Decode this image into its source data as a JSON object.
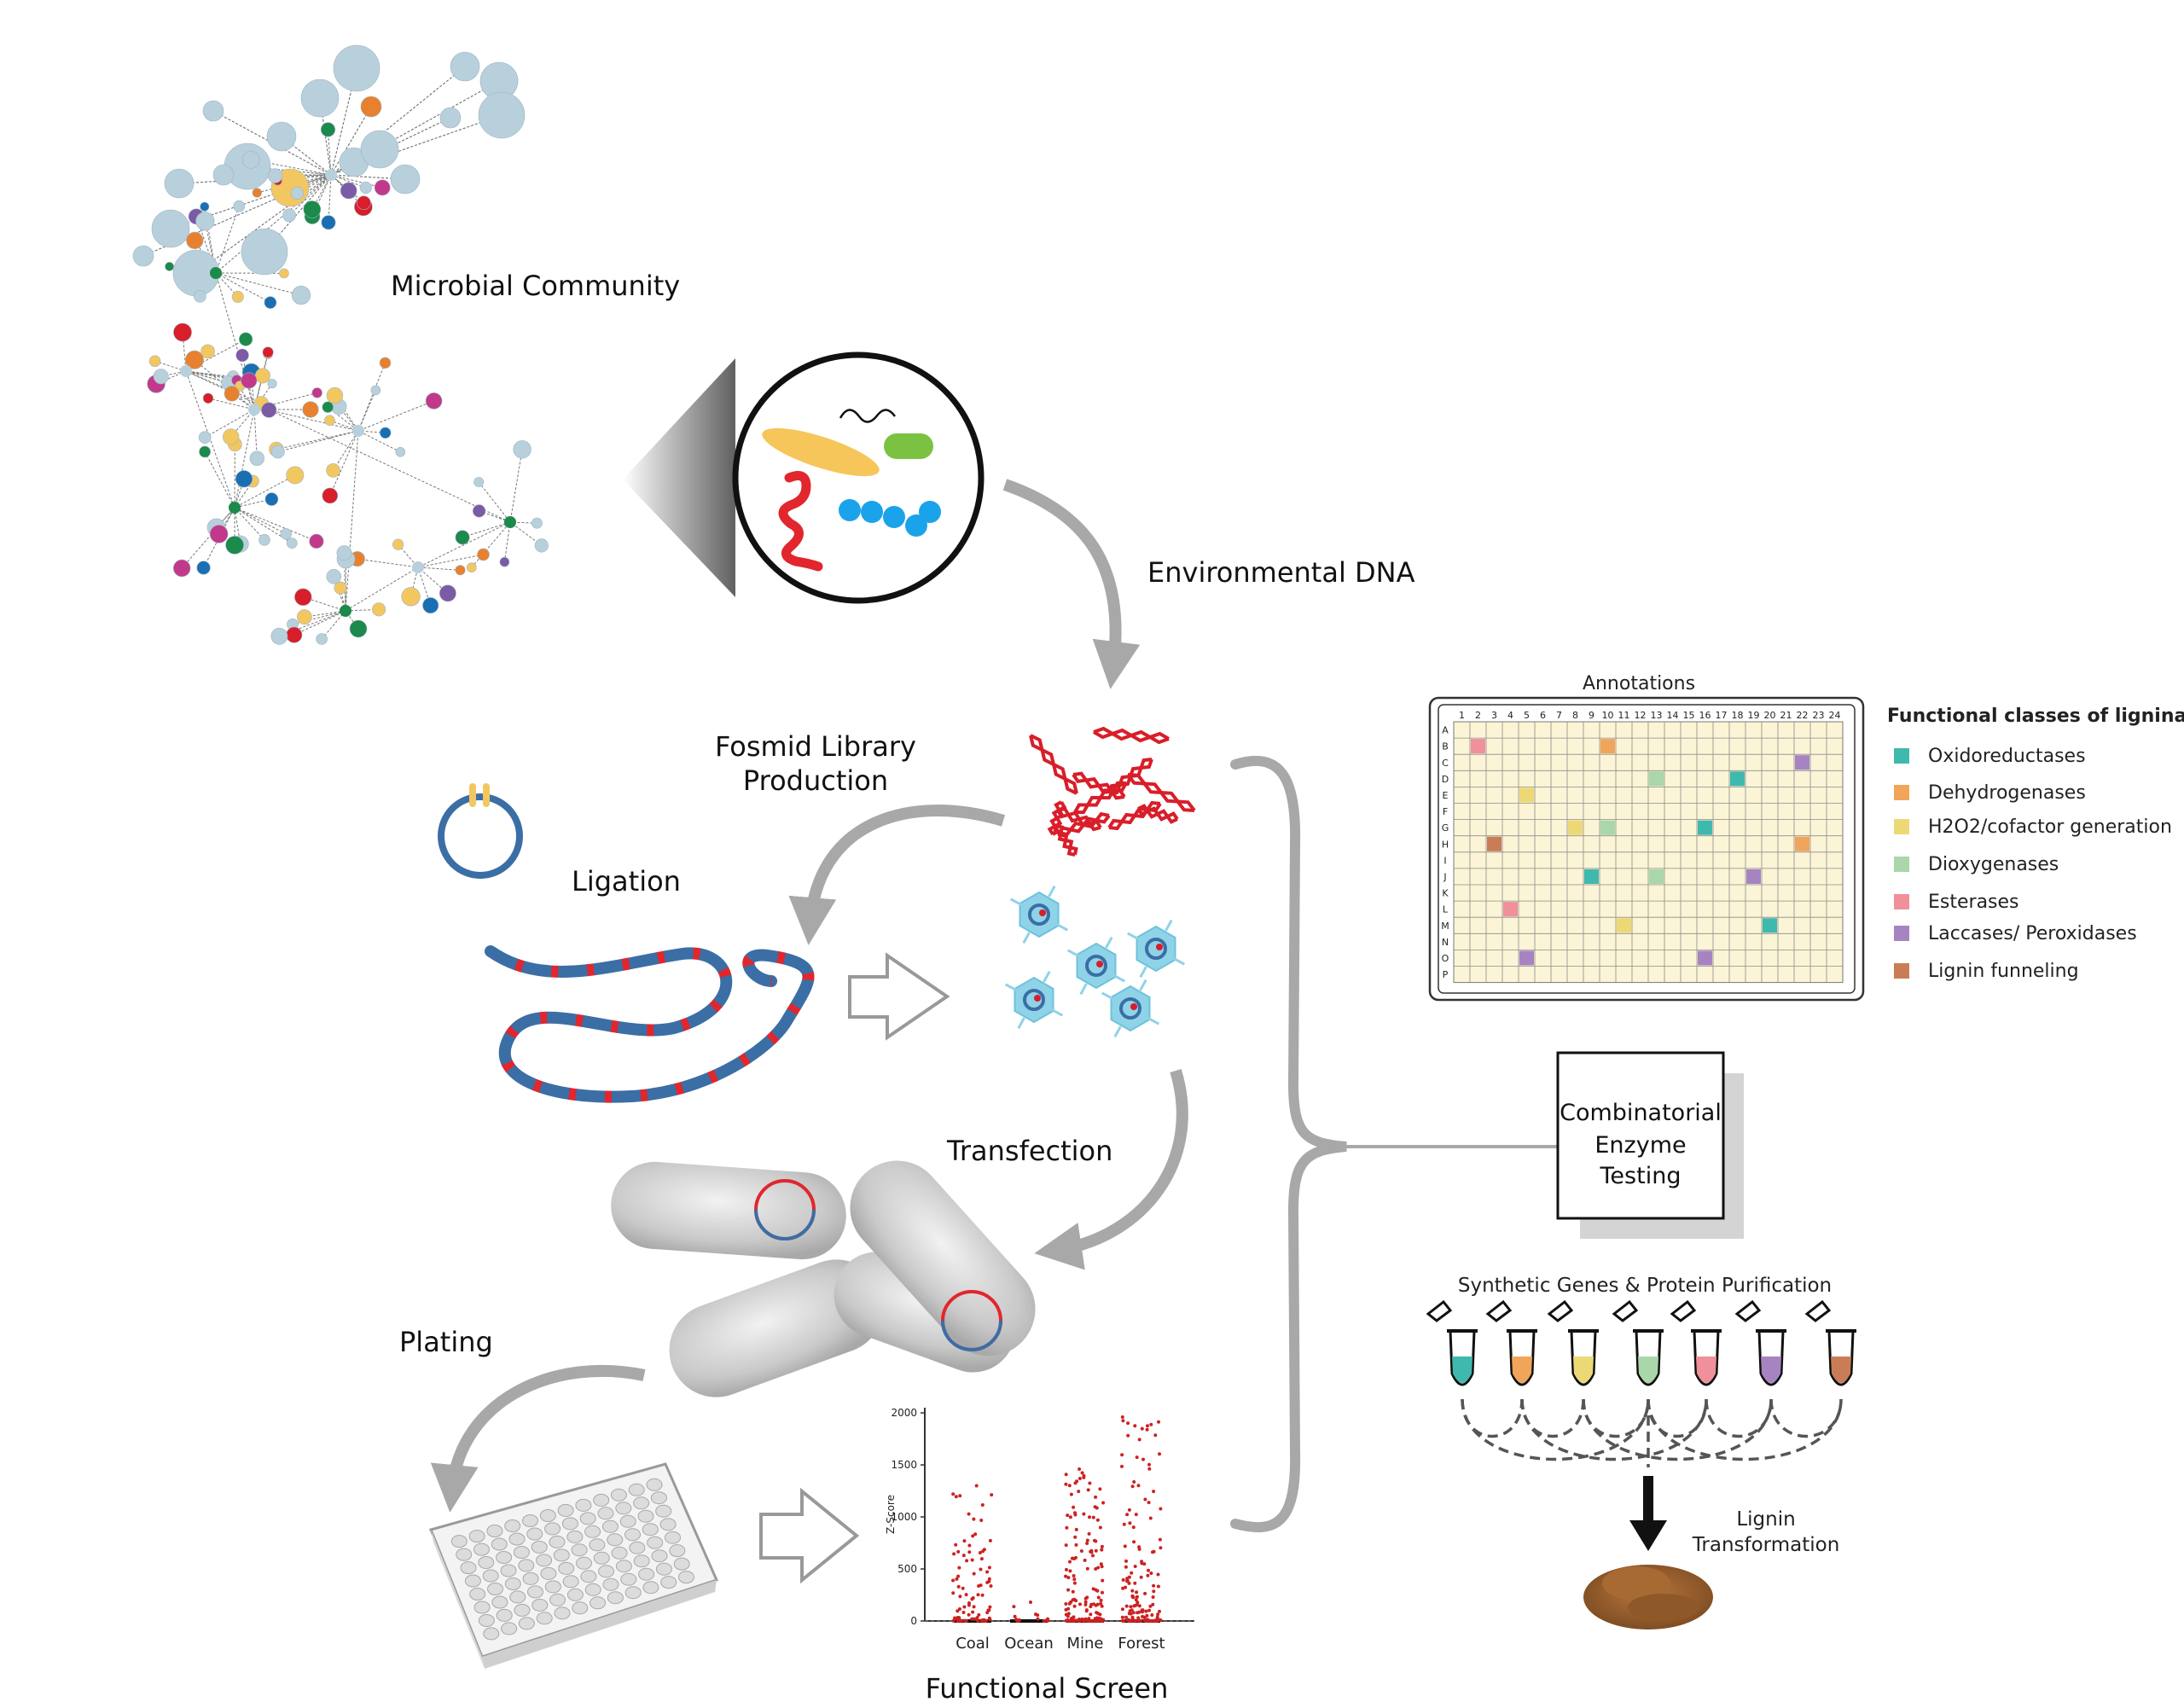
{
  "labels": {
    "microbial_community": "Microbial Community",
    "environmental_dna": "Environmental DNA",
    "fosmid_line1": "Fosmid Library",
    "fosmid_line2": "Production",
    "ligation": "Ligation",
    "transfection": "Transfection",
    "plating": "Plating",
    "functional_screen": "Functional Screen",
    "annotations": "Annotations",
    "combinatorial": [
      "Combinatorial",
      "Enzyme",
      "Testing"
    ],
    "synthetic_genes": "Synthetic Genes & Protein Purification",
    "lignin_transformation": [
      "Lignin",
      "Transformation"
    ]
  },
  "legend": {
    "title": "Functional classes of ligninases:",
    "items": [
      {
        "label": "Oxidoreductases",
        "color": "#3fb9ae"
      },
      {
        "label": "Dehydrogenases",
        "color": "#f0a55a"
      },
      {
        "label": "H2O2/cofactor generation",
        "color": "#ecd975"
      },
      {
        "label": "Dioxygenases",
        "color": "#a9d6ab"
      },
      {
        "label": "Esterases",
        "color": "#ef909a"
      },
      {
        "label": "Laccases/ Peroxidases",
        "color": "#a684c2"
      },
      {
        "label": "Lignin funneling",
        "color": "#c97d57"
      }
    ]
  },
  "plate": {
    "cols": [
      "1",
      "2",
      "3",
      "4",
      "5",
      "6",
      "7",
      "8",
      "9",
      "10",
      "11",
      "12",
      "13",
      "14",
      "15",
      "16",
      "17",
      "18",
      "19",
      "20",
      "21",
      "22",
      "23",
      "24"
    ],
    "rows": [
      "A",
      "B",
      "C",
      "D",
      "E",
      "F",
      "G",
      "H",
      "I",
      "J",
      "K",
      "L",
      "M",
      "N",
      "O",
      "P"
    ],
    "wells": [
      {
        "row": 1,
        "col": 2,
        "cls": 4
      },
      {
        "row": 1,
        "col": 10,
        "cls": 1
      },
      {
        "row": 2,
        "col": 22,
        "cls": 5
      },
      {
        "row": 3,
        "col": 13,
        "cls": 3
      },
      {
        "row": 3,
        "col": 18,
        "cls": 0
      },
      {
        "row": 4,
        "col": 5,
        "cls": 2
      },
      {
        "row": 6,
        "col": 8,
        "cls": 2
      },
      {
        "row": 6,
        "col": 10,
        "cls": 3
      },
      {
        "row": 6,
        "col": 16,
        "cls": 0
      },
      {
        "row": 7,
        "col": 3,
        "cls": 6
      },
      {
        "row": 7,
        "col": 22,
        "cls": 1
      },
      {
        "row": 9,
        "col": 9,
        "cls": 0
      },
      {
        "row": 9,
        "col": 13,
        "cls": 3
      },
      {
        "row": 9,
        "col": 19,
        "cls": 5
      },
      {
        "row": 11,
        "col": 4,
        "cls": 4
      },
      {
        "row": 12,
        "col": 11,
        "cls": 2
      },
      {
        "row": 12,
        "col": 20,
        "cls": 0
      },
      {
        "row": 14,
        "col": 5,
        "cls": 5
      },
      {
        "row": 14,
        "col": 16,
        "cls": 5
      }
    ]
  },
  "tubes": [
    "#3fb9ae",
    "#f0a55a",
    "#ecd975",
    "#a9d6ab",
    "#ef909a",
    "#a684c2",
    "#c97d57"
  ],
  "chart_data": {
    "type": "scatter",
    "title": "",
    "xlabel": "",
    "ylabel": "Z-Score",
    "categories": [
      "Coal",
      "Ocean",
      "Mine",
      "Forest"
    ],
    "yticks": [
      "0",
      "500",
      "1000",
      "1500",
      "2000"
    ],
    "ylim": [
      -100,
      2050
    ],
    "ytick_values": [
      0,
      500,
      1000,
      1500,
      2000
    ],
    "max_values": [
      1300,
      180,
      1460,
      1960
    ],
    "color": "#cc2222"
  }
}
